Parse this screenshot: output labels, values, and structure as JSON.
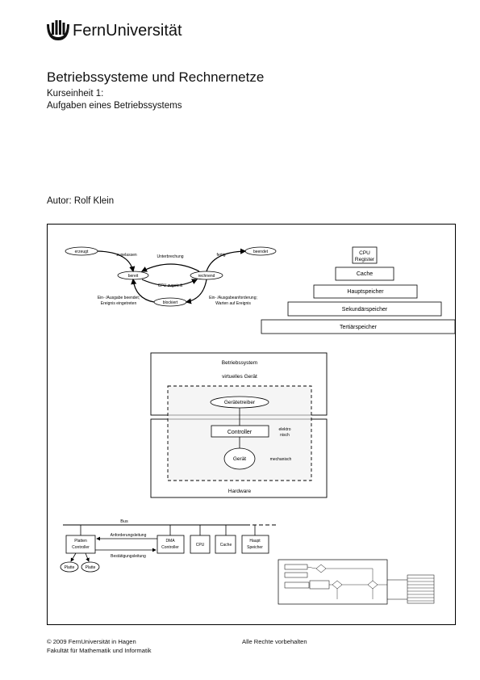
{
  "header": {
    "logo_text": "FernUniversität"
  },
  "document": {
    "title": "Betriebssysteme und Rechnernetze",
    "unit": "Kurseinheit 1:",
    "subtitle": "Aufgaben eines Betriebssystems",
    "author": "Autor: Rolf Klein"
  },
  "state_diagram": {
    "erzeugt": "erzeugt",
    "zugelassen": "zugelassen",
    "unterbrechung": "Unterbrechung",
    "fertig": "fertig",
    "beendet": "beendet",
    "bereit": "bereit",
    "cpu_zugeteilt": "CPU zugeteilt",
    "rechnend": "rechnend",
    "ein_ausgabe_beendet": "Ein- /Ausgabe beendet;",
    "ereignis_eingetreten": "Ereignis eingetreten",
    "blockiert": "blockiert",
    "ein_ausgabeanforderung": "Ein- /Ausgabeanforderung;",
    "warten_auf_ereignis": "Warten auf Ereignis"
  },
  "memory": {
    "cpu_register_1": "CPU",
    "cpu_register_2": "Register",
    "cache": "Cache",
    "hauptspeicher": "Hauptspeicher",
    "sekundaerspeicher": "Sekundärspeicher",
    "tertiaerspeicher": "Tertiärspeicher"
  },
  "os_diagram": {
    "betriebssystem": "Betriebssystem",
    "virtuelles_geraet": "virtuelles Gerät",
    "geraetetreiber": "Gerätetreiber",
    "controller": "Controller",
    "elektronisch_1": "elektro",
    "elektronisch_2": "nisch",
    "geraet": "Gerät",
    "mechanisch": "mechanisch",
    "hardware": "Hardware"
  },
  "bus_diagram": {
    "bus": "Bus",
    "platten_controller_1": "Platten",
    "platten_controller_2": "Controller",
    "anforderungsleitung": "Anforderungsleitung",
    "bestaetigungsleitung": "Bestätigungsleitung",
    "dma_1": "DMA",
    "dma_2": "Controller",
    "cpu": "CPU",
    "cache": "Cache",
    "hauptspeicher_1": "Haupt",
    "hauptspeicher_2": "Speicher",
    "platte_1": "Platte",
    "platte_2": "Platte"
  },
  "footer": {
    "copyright": "© 2009 FernUniversität in Hagen",
    "faculty": "Fakultät für Mathematik und Informatik",
    "rights": "Alle Rechte vorbehalten"
  },
  "colors": {
    "frame": "#000000",
    "shaded": "#eeeeee",
    "logo": "#111111"
  }
}
